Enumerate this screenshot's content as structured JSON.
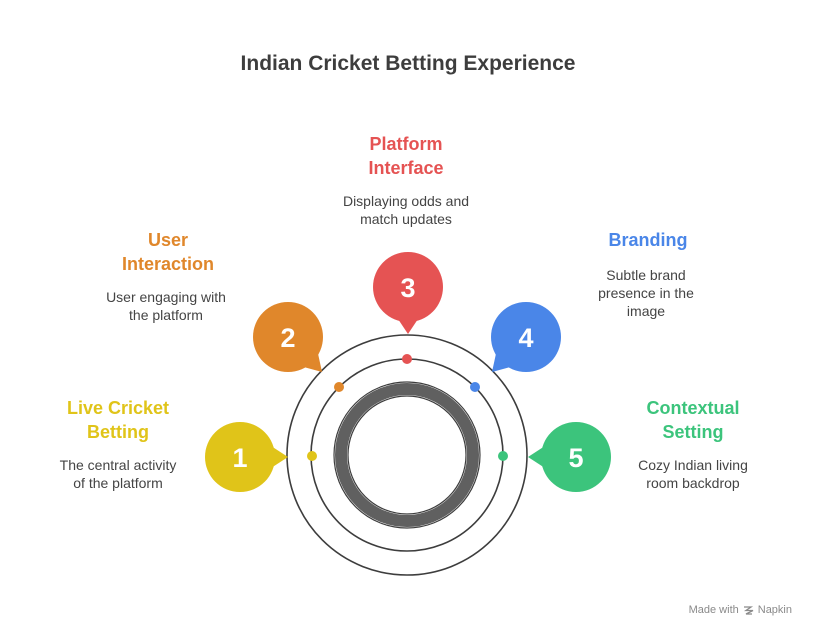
{
  "title": "Indian Cricket Betting Experience",
  "colors": {
    "item1": "#e0c419",
    "item2": "#e0872b",
    "item3": "#e55353",
    "item4": "#4a86e8",
    "item5": "#3cc47c",
    "ring": "#3d3d3d",
    "core": "#606060"
  },
  "items": [
    {
      "number": "1",
      "title_line1": "Live Cricket",
      "title_line2": "Betting",
      "desc_line1": "The central activity",
      "desc_line2": "of the platform",
      "desc_line3": ""
    },
    {
      "number": "2",
      "title_line1": "User",
      "title_line2": "Interaction",
      "desc_line1": "User engaging with",
      "desc_line2": "the platform",
      "desc_line3": ""
    },
    {
      "number": "3",
      "title_line1": "Platform",
      "title_line2": "Interface",
      "desc_line1": "Displaying odds and",
      "desc_line2": "match updates",
      "desc_line3": ""
    },
    {
      "number": "4",
      "title_line1": "Branding",
      "title_line2": "",
      "desc_line1": "Subtle brand",
      "desc_line2": "presence in the",
      "desc_line3": "image"
    },
    {
      "number": "5",
      "title_line1": "Contextual",
      "title_line2": "Setting",
      "desc_line1": "Cozy Indian living",
      "desc_line2": "room backdrop",
      "desc_line3": ""
    }
  ],
  "footer": {
    "made_with": "Made with",
    "brand": "Napkin",
    "brand_icon": "napkin-logo-icon"
  }
}
